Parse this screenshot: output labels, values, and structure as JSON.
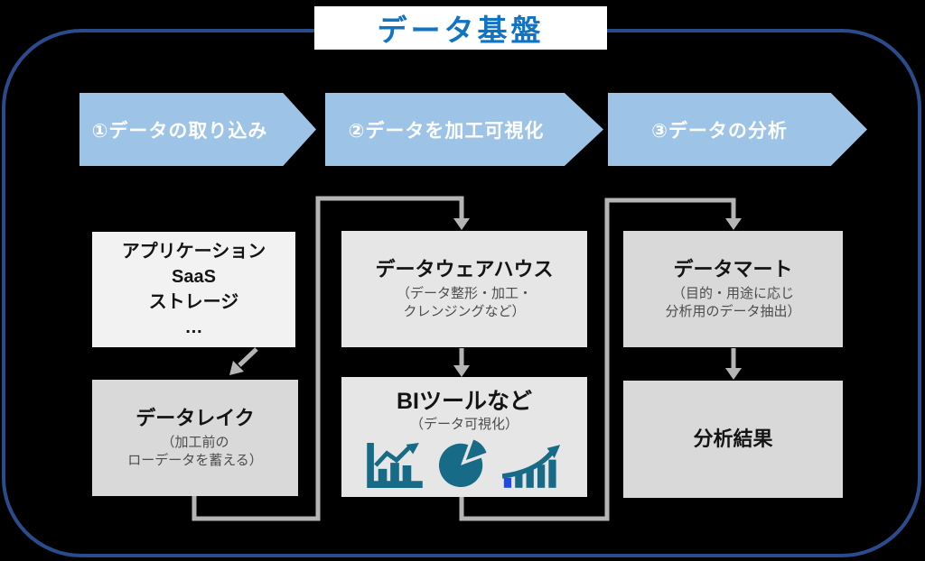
{
  "title": "データ基盤",
  "steps": [
    {
      "label": "①データの取り込み"
    },
    {
      "label": "②データを加工可視化"
    },
    {
      "label": "③データの分析"
    }
  ],
  "boxes": {
    "sources": {
      "lines": [
        "アプリケーション",
        "SaaS",
        "ストレージ",
        "…"
      ]
    },
    "data_lake": {
      "title": "データレイク",
      "note_lines": [
        "（加工前の",
        "ローデータを蓄える）"
      ]
    },
    "data_warehouse": {
      "title": "データウェアハウス",
      "note_lines": [
        "（データ整形・加工・",
        "クレンジングなど）"
      ]
    },
    "bi_tools": {
      "title": "BIツールなど",
      "note_lines": [
        "（データ可視化）"
      ],
      "icons": [
        "bar-chart-trend-icon",
        "pie-chart-icon",
        "growth-bars-arrow-icon"
      ]
    },
    "data_mart": {
      "title": "データマート",
      "note_lines": [
        "（目的・用途に応じ",
        "分析用のデータ抽出）"
      ]
    },
    "analysis_result": {
      "title": "分析結果"
    }
  },
  "colors": {
    "chevron_blue": "#9DC3E6",
    "title_blue": "#1173C4",
    "border_navy": "#2B4C8C",
    "icon_teal": "#176B87",
    "icon_accent_blue": "#2349DC",
    "connector_gray": "#B5B5B5",
    "box_light_gray": "#F2F2F2",
    "box_mid_gray": "#E7E6E6",
    "box_gray": "#D9D9D9"
  }
}
